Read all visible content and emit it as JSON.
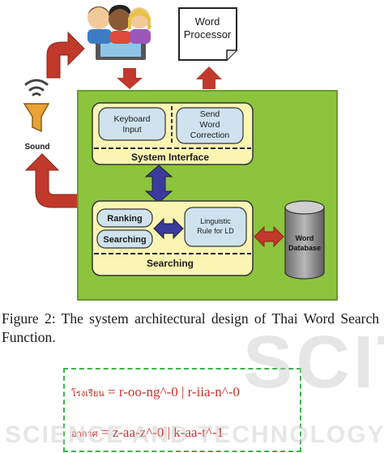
{
  "diagram": {
    "word_processor": "Word\nProcessor",
    "sound": "Sound",
    "keyboard_input": "Keyboard\nInput",
    "send_word_correction": "Send\nWord\nCorrection",
    "system_interface": "System Interface",
    "ranking": "Ranking",
    "searching_item": "Searching",
    "linguistic_rule": "Linguistic\nRule for LD",
    "searching_panel": "Searching",
    "word_database": "Word\nDatabase",
    "colors": {
      "green_panel": "#8cc43e",
      "yellow_box": "#fbf5b4",
      "blue_box": "#cfe2ee",
      "arrow_red": "#c0392b",
      "arrow_blue": "#3a3a9f"
    }
  },
  "caption": "Figure 2: The system architectural design of Thai Word Search Function.",
  "examples": [
    {
      "thai": "โรงเรียน",
      "rest": " = r-oo-ng^-0 | r-iia-n^-0"
    },
    {
      "thai": "อากาศ",
      "rest": " = z-aa-z^-0 | k-aa-t^-1"
    }
  ],
  "watermark": {
    "large": "SCITE",
    "small": "SCIENCE AND TECHNOLOGY"
  }
}
